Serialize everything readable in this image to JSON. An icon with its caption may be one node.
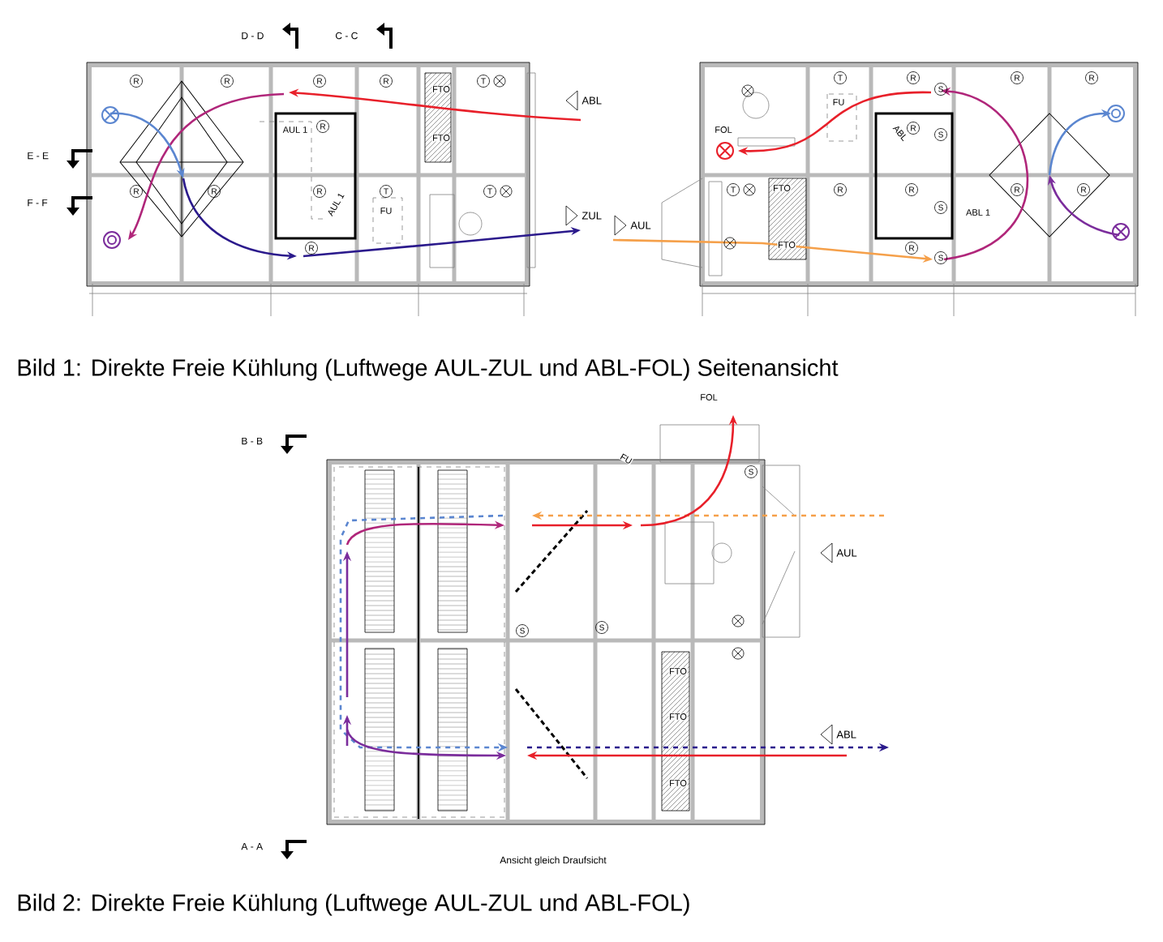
{
  "diagram": {
    "labels": [
      "D - D",
      "C - C",
      "R",
      "R",
      "R",
      "R",
      "T",
      "ABL",
      "AUL 1",
      "R",
      "FTO",
      "FTO",
      "E - E",
      "R",
      "R",
      "R",
      "AUL 1",
      "T",
      "T",
      "F - F",
      "FU",
      "ZUL",
      "R",
      "T",
      "R",
      "R",
      "R",
      "S",
      "FU",
      "R",
      "S",
      "ABL",
      "FOL",
      "T",
      "FTO",
      "R",
      "R",
      "R",
      "R",
      "S",
      "ABL 1",
      "AUL",
      "FTO",
      "R",
      "S",
      "Bild 1: Direkte Freie Kühlung (Luftwege AUL-ZUL und ABL-FOL) Seitenansicht",
      "FOL",
      "B - B",
      "FU",
      "S",
      "AUL",
      "S",
      "S",
      "FTO",
      "FTO",
      "ABL",
      "FTO",
      "A - A",
      "Ansicht gleich Draufsicht",
      "Bild 2: Direkte Freie Kühlung (Luftwege AUL-ZUL und ABL-FOL)"
    ]
  }
}
